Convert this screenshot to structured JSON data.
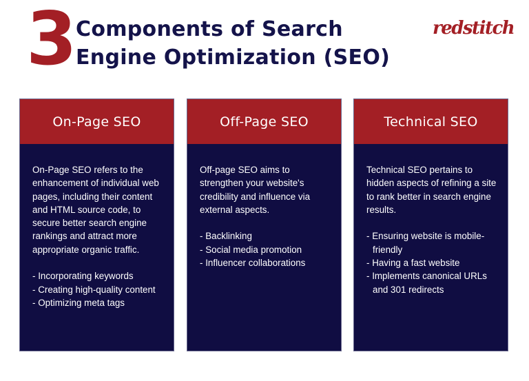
{
  "header": {
    "number": "3",
    "title_line1": "Components of Search",
    "title_line2": "Engine Optimization (SEO)",
    "logo": "redstitch"
  },
  "colors": {
    "accent_red": "#a31f25",
    "navy": "#100d42",
    "title_navy": "#14134a",
    "text_white": "#ffffff"
  },
  "cards": [
    {
      "title": "On-Page SEO",
      "description": "On-Page SEO refers to the enhancement of individual web pages, including their content and HTML source code, to secure better search engine rankings and attract more appropriate organic traffic.",
      "bullets": [
        "Incorporating keywords",
        "Creating high-quality content",
        "Optimizing meta tags"
      ]
    },
    {
      "title": "Off-Page SEO",
      "description": "Off-page SEO aims to strengthen your website's credibility and influence via external aspects.",
      "bullets": [
        "Backlinking",
        "Social media promotion",
        "Influencer collaborations"
      ]
    },
    {
      "title": "Technical SEO",
      "description": "Technical SEO pertains to hidden aspects of refining a site to rank better in search engine results.",
      "bullets": [
        "Ensuring website is mobile-friendly",
        "Having a fast website",
        "Implements canonical URLs and 301 redirects"
      ]
    }
  ]
}
